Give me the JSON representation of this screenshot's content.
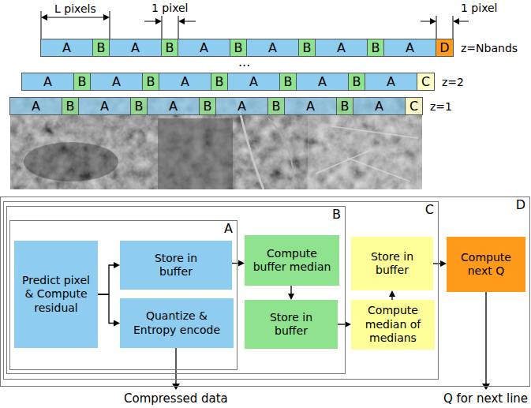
{
  "diagram": {
    "nodes": [
      {
        "text": [
          "z=Nbands"
        ]
      },
      {
        "text": [
          "A"
        ],
        "in": 0
      },
      {
        "text": [
          "B"
        ],
        "in": 0
      },
      {
        "text": [
          "A"
        ],
        "in": 0
      },
      {
        "text": [
          "B"
        ],
        "in": 0
      },
      {
        "text": [
          "A"
        ],
        "in": 0
      },
      {
        "text": [
          "B"
        ],
        "in": 0
      },
      {
        "text": [
          "A"
        ],
        "in": 0
      },
      {
        "text": [
          "B"
        ],
        "in": 0
      },
      {
        "text": [
          "A"
        ],
        "in": 0
      },
      {
        "text": [
          "B"
        ],
        "in": 0
      },
      {
        "text": [
          "A"
        ],
        "in": 0
      },
      {
        "text": [
          "D"
        ],
        "in": 0
      },
      {
        "text": [
          "z=2"
        ]
      },
      {
        "text": [
          "A"
        ],
        "in": 13
      },
      {
        "text": [
          "B"
        ],
        "in": 13
      },
      {
        "text": [
          "A"
        ],
        "in": 13
      },
      {
        "text": [
          "B"
        ],
        "in": 13
      },
      {
        "text": [
          "A"
        ],
        "in": 13
      },
      {
        "text": [
          "B"
        ],
        "in": 13
      },
      {
        "text": [
          "A"
        ],
        "in": 13
      },
      {
        "text": [
          "B"
        ],
        "in": 13
      },
      {
        "text": [
          "A"
        ],
        "in": 13
      },
      {
        "text": [
          "B"
        ],
        "in": 13
      },
      {
        "text": [
          "A"
        ],
        "in": 13
      },
      {
        "text": [
          "C"
        ],
        "in": 13
      },
      {
        "text": [
          "z=1"
        ]
      },
      {
        "text": [
          "A"
        ],
        "in": 26
      },
      {
        "text": [
          "B"
        ],
        "in": 26
      },
      {
        "text": [
          "A"
        ],
        "in": 26
      },
      {
        "text": [
          "B"
        ],
        "in": 26
      },
      {
        "text": [
          "A"
        ],
        "in": 26
      },
      {
        "text": [
          "B"
        ],
        "in": 26
      },
      {
        "text": [
          "A"
        ],
        "in": 26
      },
      {
        "text": [
          "B"
        ],
        "in": 26
      },
      {
        "text": [
          "A"
        ],
        "in": 26
      },
      {
        "text": [
          "B"
        ],
        "in": 26
      },
      {
        "text": [
          "A"
        ],
        "in": 26
      },
      {
        "text": [
          "C"
        ],
        "in": 26
      },
      {
        "text": [
          "D"
        ]
      },
      {
        "text": [
          "C"
        ],
        "in": 39
      },
      {
        "text": [
          "B"
        ],
        "in": 40
      },
      {
        "text": [
          "A"
        ],
        "in": 41
      },
      {
        "text": [
          "Predict pixel & Compute residual"
        ],
        "in": 42
      },
      {
        "text": [
          "Store in buffer"
        ],
        "in": 42
      },
      {
        "text": [
          "Quantize & Entropy encode"
        ],
        "in": 42
      },
      {
        "text": [
          "Compute buffer median"
        ],
        "in": 41
      },
      {
        "text": [
          "Store in buffer"
        ],
        "in": 41
      },
      {
        "text": [
          "Compute median of medians"
        ],
        "in": 40
      },
      {
        "text": [
          "Store in buffer"
        ],
        "in": 40
      },
      {
        "text": [
          "Compute next Q"
        ],
        "in": 39
      }
    ],
    "edges": [
      {
        "from": 43,
        "to": 44,
        "arrow": "to"
      },
      {
        "from": 43,
        "to": 45,
        "arrow": "to"
      },
      {
        "from": 44,
        "to": 46,
        "arrow": "to"
      },
      {
        "from": 46,
        "to": 47,
        "arrow": "to"
      },
      {
        "from": 47,
        "to": 48,
        "arrow": "to"
      },
      {
        "from": 48,
        "to": 49,
        "arrow": "to"
      },
      {
        "from": 49,
        "to": 50,
        "arrow": "to"
      }
    ],
    "labels": [
      "L pixels",
      "1 pixel",
      "1 pixel",
      "...",
      "Compressed data",
      "Q for next line"
    ]
  }
}
